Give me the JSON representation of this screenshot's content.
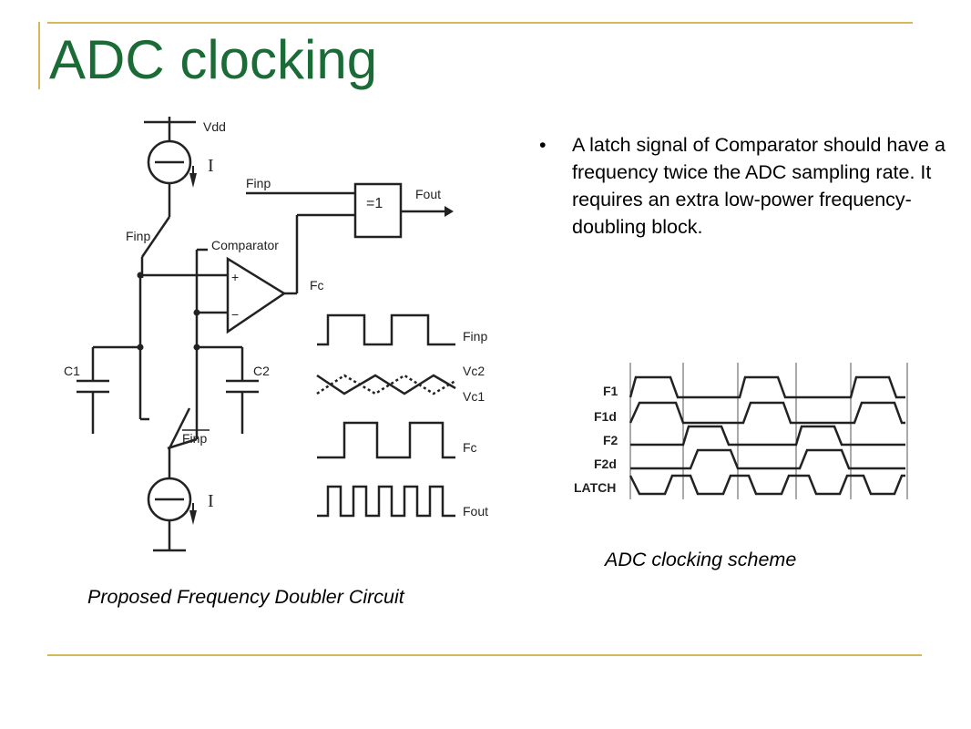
{
  "slide": {
    "title": "ADC clocking",
    "bullet_marker": "•",
    "bullet": "A latch signal of Comparator should have a frequency twice the ADC sampling rate. It requires an extra low-power frequency-doubling block.",
    "caption_left": "Proposed Frequency Doubler Circuit",
    "caption_right": "ADC clocking scheme",
    "accent_color": "#1a6b36",
    "rule_color": "#d4b85a"
  },
  "circuit": {
    "vdd": "Vdd",
    "current_top": "I",
    "current_bottom": "I",
    "switch_top": "Finp",
    "switch_bottom": "Finp",
    "comparator": "Comparator",
    "plus": "+",
    "minus": "−",
    "finp_input": "Finp",
    "xor": "=1",
    "output": "Fout",
    "fc": "Fc",
    "c1": "C1",
    "c2": "C2",
    "wave_finp": "Finp",
    "wave_vc2": "Vc2",
    "wave_vc1": "Vc1",
    "wave_fc": "Fc",
    "wave_fout": "Fout"
  },
  "timing": {
    "signals": [
      "F1",
      "F1d",
      "F2",
      "F2d",
      "LATCH"
    ]
  }
}
